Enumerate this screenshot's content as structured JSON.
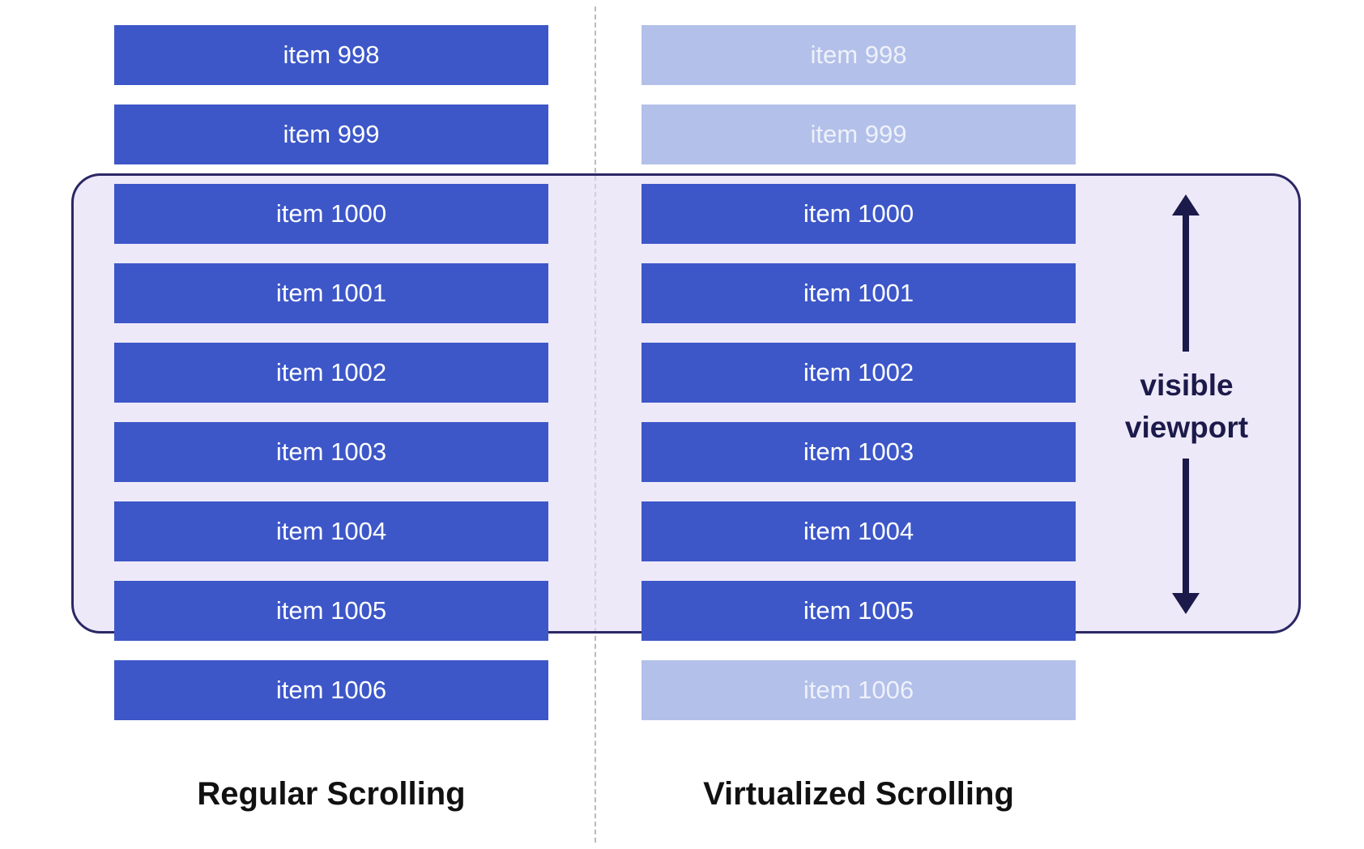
{
  "left_column": {
    "caption": "Regular Scrolling",
    "items": [
      {
        "label": "item 998",
        "rendered": true
      },
      {
        "label": "item 999",
        "rendered": true
      },
      {
        "label": "item 1000",
        "rendered": true
      },
      {
        "label": "item 1001",
        "rendered": true
      },
      {
        "label": "item 1002",
        "rendered": true
      },
      {
        "label": "item 1003",
        "rendered": true
      },
      {
        "label": "item 1004",
        "rendered": true
      },
      {
        "label": "item 1005",
        "rendered": true
      },
      {
        "label": "item 1006",
        "rendered": true
      }
    ]
  },
  "right_column": {
    "caption": "Virtualized Scrolling",
    "items": [
      {
        "label": "item 998",
        "rendered": false
      },
      {
        "label": "item 999",
        "rendered": false
      },
      {
        "label": "item 1000",
        "rendered": true
      },
      {
        "label": "item 1001",
        "rendered": true
      },
      {
        "label": "item 1002",
        "rendered": true
      },
      {
        "label": "item 1003",
        "rendered": true
      },
      {
        "label": "item 1004",
        "rendered": true
      },
      {
        "label": "item 1005",
        "rendered": true
      },
      {
        "label": "item 1006",
        "rendered": false
      }
    ]
  },
  "viewport": {
    "label_line1": "visible",
    "label_line2": "viewport"
  },
  "colors": {
    "item_rendered": "#3d57c8",
    "item_unrendered": "#b3c0e9",
    "viewport_border": "#2b2765",
    "viewport_fill": "#e2dcf3",
    "arrow": "#1c1a4a",
    "divider": "#b9b9c2"
  },
  "icons": {
    "arrow_up": "arrow-up-icon",
    "arrow_down": "arrow-down-icon"
  }
}
